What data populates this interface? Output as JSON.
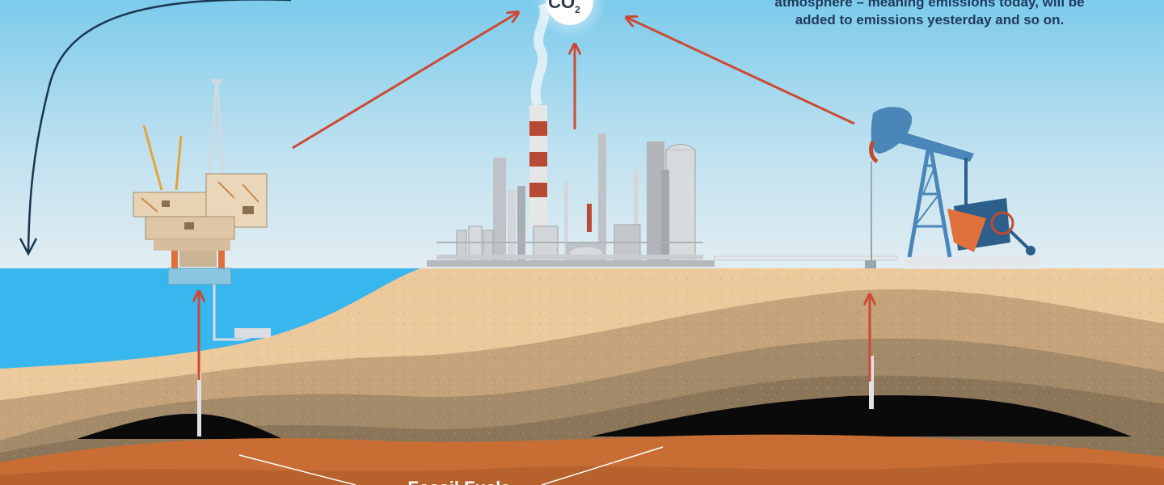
{
  "caption": {
    "line1": "atmosphere – meaning emissions today, will be",
    "line2": "added to emissions yesterday and so on."
  },
  "co2": {
    "prefix": "CO",
    "subscript": "2"
  },
  "fossil_label": "Fossil Fuels",
  "colors": {
    "sky_top": "#7ccbec",
    "sky_bottom": "#dcecf2",
    "sea": "#38b6ee",
    "sand": "#ecc99a",
    "earth_mid": "#c6a47b",
    "earth_dark": "#8c7659",
    "oil": "#0a0a0a",
    "clay": "#c86e35",
    "arrow_red": "#cc4a35",
    "arrow_navy": "#1a3550"
  }
}
